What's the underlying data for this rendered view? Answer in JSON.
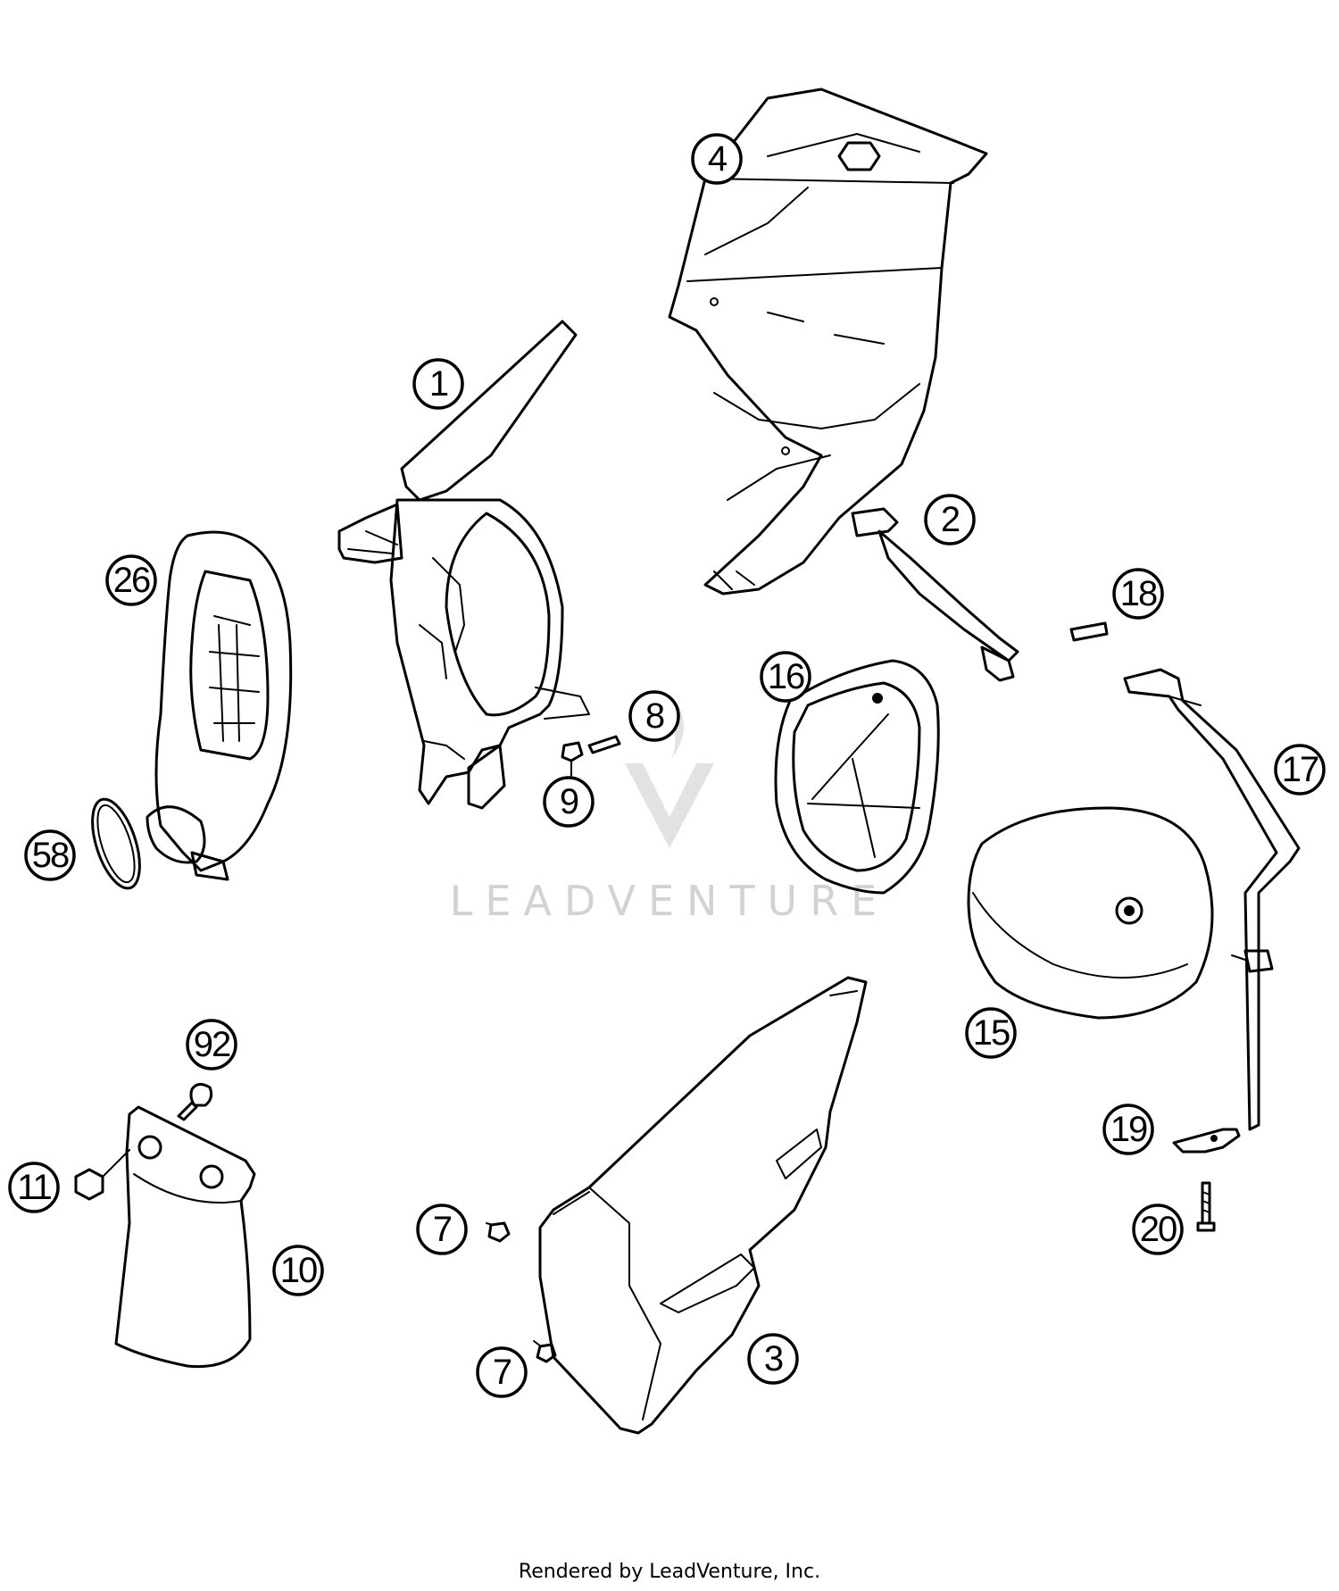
{
  "callouts": [
    {
      "id": "c4",
      "label": "4"
    },
    {
      "id": "c1",
      "label": "1"
    },
    {
      "id": "c2",
      "label": "2"
    },
    {
      "id": "c26",
      "label": "26"
    },
    {
      "id": "c18",
      "label": "18"
    },
    {
      "id": "c16",
      "label": "16"
    },
    {
      "id": "c8",
      "label": "8"
    },
    {
      "id": "c9",
      "label": "9"
    },
    {
      "id": "c17",
      "label": "17"
    },
    {
      "id": "c58",
      "label": "58"
    },
    {
      "id": "c15",
      "label": "15"
    },
    {
      "id": "c92",
      "label": "92"
    },
    {
      "id": "c19",
      "label": "19"
    },
    {
      "id": "c11",
      "label": "11"
    },
    {
      "id": "c10",
      "label": "10"
    },
    {
      "id": "c7a",
      "label": "7"
    },
    {
      "id": "c20",
      "label": "20"
    },
    {
      "id": "c3",
      "label": "3"
    },
    {
      "id": "c7b",
      "label": "7"
    }
  ],
  "watermark": {
    "brand": "LEADVENTURE"
  },
  "footer": {
    "text": "Rendered by LeadVenture, Inc."
  }
}
